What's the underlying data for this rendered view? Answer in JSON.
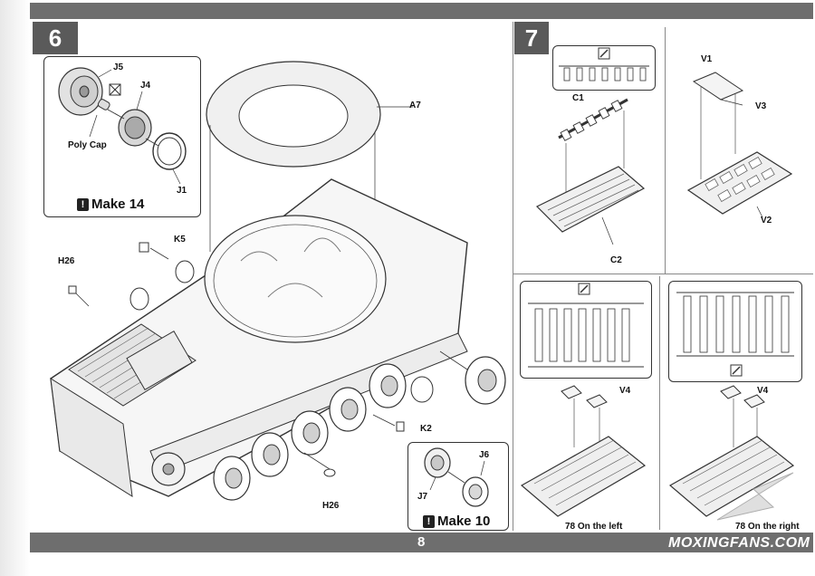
{
  "page": {
    "number": "8",
    "watermark": "MOXINGFANS.COM"
  },
  "step6": {
    "badge": "6",
    "inset_top": {
      "labels": {
        "j5": "J5",
        "j4": "J4",
        "poly_cap": "Poly Cap",
        "j1": "J1"
      },
      "make_text": "Make 14"
    },
    "labels": {
      "a7": "A7",
      "k5": "K5",
      "h26_top": "H26",
      "k2": "K2",
      "h26_bottom": "H26"
    },
    "inset_bottom": {
      "labels": {
        "j6": "J6",
        "j7": "J7"
      },
      "make_text": "Make 10"
    }
  },
  "step7": {
    "badge": "7",
    "labels": {
      "c1": "C1",
      "c2": "C2",
      "v1": "V1",
      "v3": "V3",
      "v2": "V2",
      "v4_left": "V4",
      "v4_right": "V4"
    },
    "captions": {
      "left": "78 On the left",
      "right": "78 On the right"
    }
  },
  "icons": {
    "exclamation": "!",
    "no_glue": "no-glue-icon",
    "glue": "glue-brush-icon"
  }
}
